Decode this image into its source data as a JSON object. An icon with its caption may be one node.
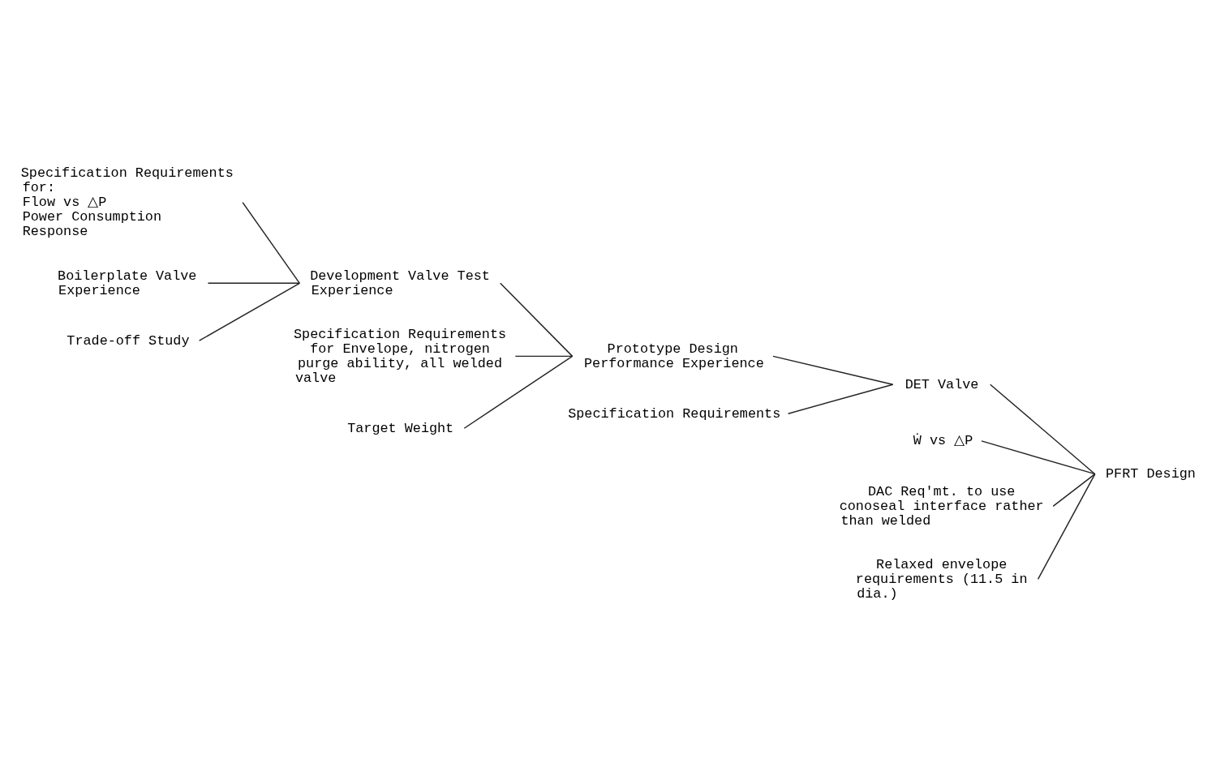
{
  "diagram": {
    "nodes": [
      {
        "text": [
          "Specification Requirements for:",
          "Flow vs △P",
          "Power Consumption",
          "Response"
        ]
      },
      {
        "text": [
          "Boilerplate Valve Experience"
        ]
      },
      {
        "text": [
          "Trade-off Study"
        ]
      },
      {
        "text": [
          "Development Valve Test Experience"
        ]
      },
      {
        "text": [
          "Specification Requirements for Envelope, nitrogen purge ability, all welded valve"
        ]
      },
      {
        "text": [
          "Target Weight"
        ]
      },
      {
        "text": [
          "Prototype Design Performance Experience"
        ]
      },
      {
        "text": [
          "Specification Requirements"
        ]
      },
      {
        "text": [
          "DET Valve"
        ]
      },
      {
        "text": [
          "Ẇ vs △P"
        ]
      },
      {
        "text": [
          "DAC Req'mt. to use conoseal interface rather than welded"
        ]
      },
      {
        "text": [
          "Relaxed envelope requirements (11.5 in dia.)"
        ]
      },
      {
        "text": [
          "PFRT Design"
        ]
      }
    ],
    "edges": [
      {
        "from": 0,
        "to": 3,
        "arrow": "none"
      },
      {
        "from": 1,
        "to": 3,
        "arrow": "none"
      },
      {
        "from": 2,
        "to": 3,
        "arrow": "none"
      },
      {
        "from": 3,
        "to": 6,
        "arrow": "none"
      },
      {
        "from": 4,
        "to": 6,
        "arrow": "none"
      },
      {
        "from": 5,
        "to": 6,
        "arrow": "none"
      },
      {
        "from": 6,
        "to": 8,
        "arrow": "none"
      },
      {
        "from": 7,
        "to": 8,
        "arrow": "none"
      },
      {
        "from": 8,
        "to": 12,
        "arrow": "none"
      },
      {
        "from": 9,
        "to": 12,
        "arrow": "none"
      },
      {
        "from": 10,
        "to": 12,
        "arrow": "none"
      },
      {
        "from": 11,
        "to": 12,
        "arrow": "none"
      }
    ]
  }
}
